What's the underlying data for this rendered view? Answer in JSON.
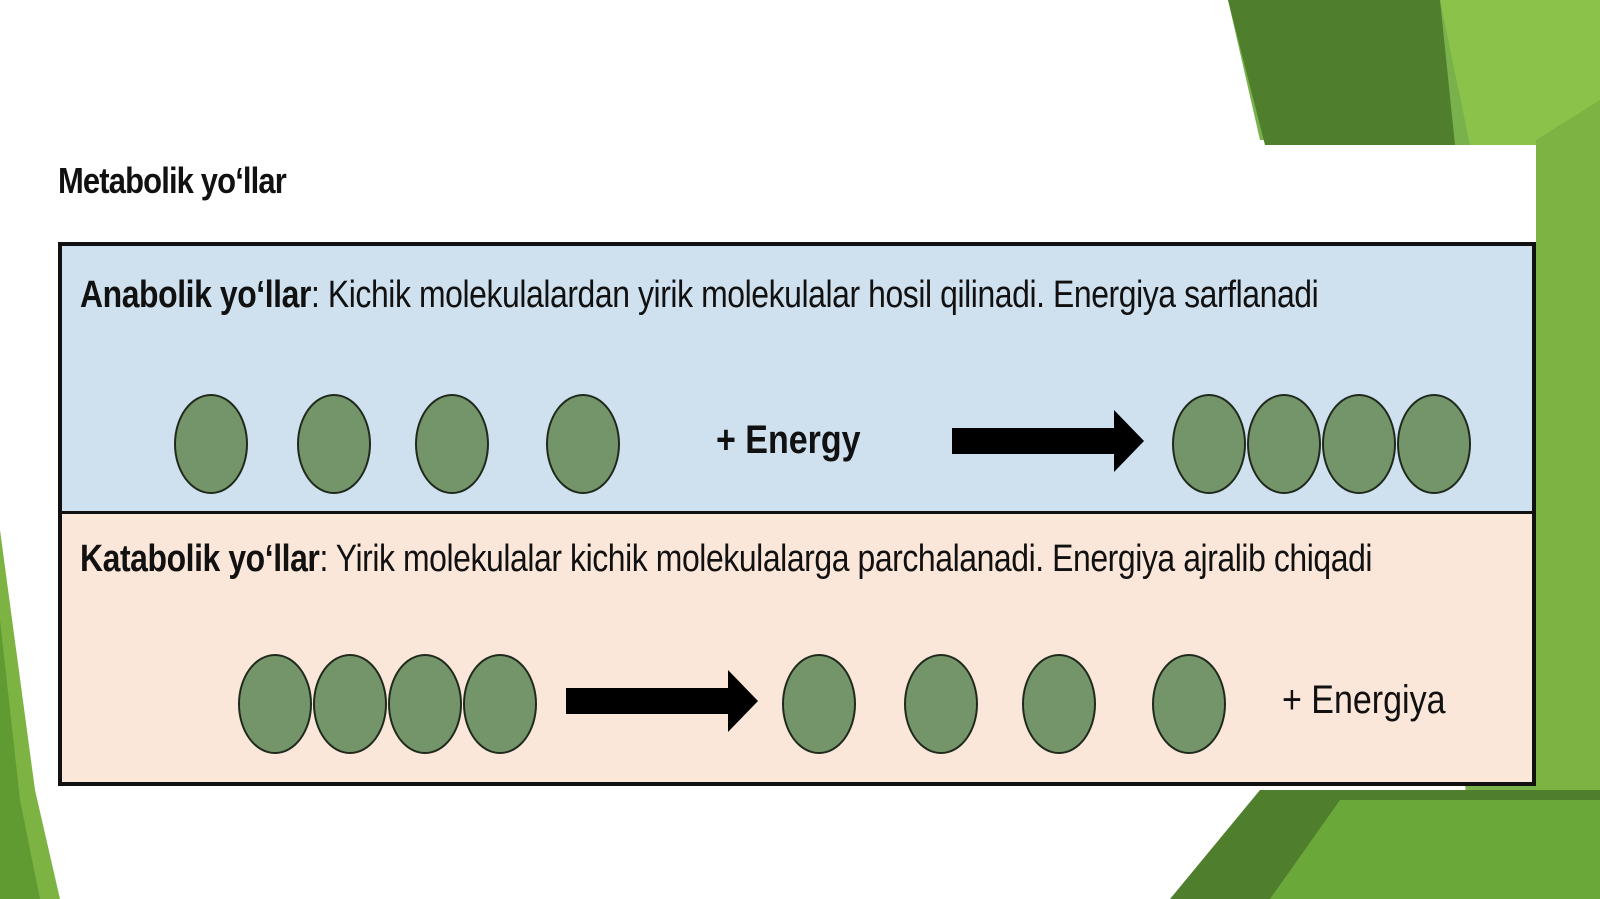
{
  "slide": {
    "title": "Metabolik yo‘llar"
  },
  "anabolic": {
    "term": "Anabolik yo‘llar",
    "description": ": Kichik molekulalardan yirik molekulalar hosil qilinadi. Energiya sarflanadi",
    "energy_label": "+ Energy"
  },
  "catabolic": {
    "term": "Katabolik yo‘llar",
    "description": ": Yirik molekulalar kichik molekulalarga parchalanadi. Energiya ajralib chiqadi",
    "energy_label": "+ Energiya"
  },
  "colors": {
    "anabolic_panel": "#cfe0ee",
    "catabolic_panel": "#fbe6da",
    "molecule_fill": "#74956a",
    "accent_green": "#6aa83a",
    "dark_green": "#4f7f2c"
  }
}
